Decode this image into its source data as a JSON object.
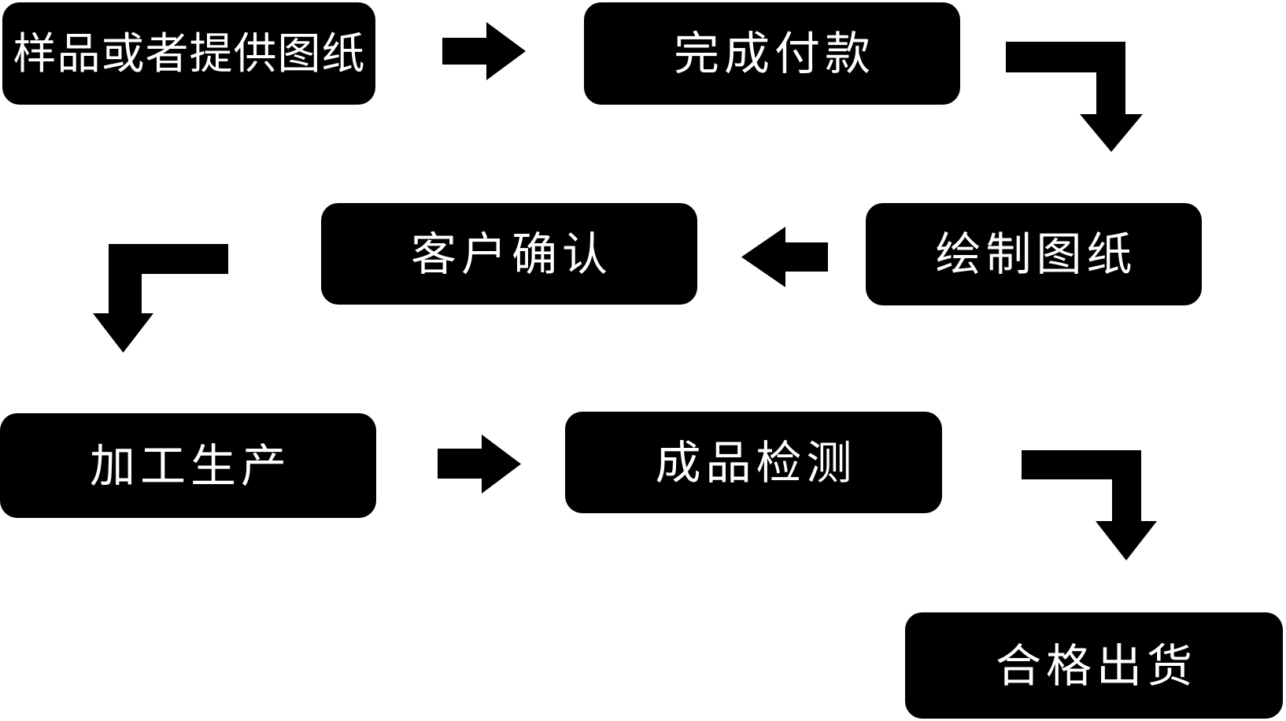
{
  "diagram": {
    "title": "production-process-flowchart",
    "colors": {
      "background": "#ffffff",
      "node_bg": "#000000",
      "node_text": "#ffffff",
      "arrow": "#000000"
    },
    "steps": [
      {
        "label": "样品或者提供图纸"
      },
      {
        "label": "完成付款"
      },
      {
        "label": "绘制图纸"
      },
      {
        "label": "客户确认"
      },
      {
        "label": "加工生产"
      },
      {
        "label": "成品检测"
      },
      {
        "label": "合格出货"
      }
    ],
    "arrows": [
      {
        "icon": "right-arrow-icon",
        "from": "样品或者提供图纸",
        "to": "完成付款"
      },
      {
        "icon": "elbow-down-arrow-icon",
        "from": "完成付款",
        "to": "绘制图纸"
      },
      {
        "icon": "left-arrow-icon",
        "from": "绘制图纸",
        "to": "客户确认"
      },
      {
        "icon": "elbow-down-arrow-icon",
        "from": "客户确认",
        "to": "加工生产"
      },
      {
        "icon": "right-arrow-icon",
        "from": "加工生产",
        "to": "成品检测"
      },
      {
        "icon": "elbow-down-arrow-icon",
        "from": "成品检测",
        "to": "合格出货"
      }
    ]
  }
}
